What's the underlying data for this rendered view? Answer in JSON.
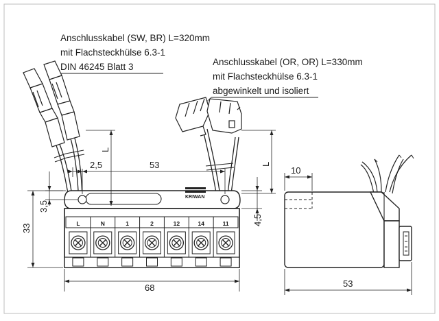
{
  "callouts": {
    "sw_br_line1": "Anschlusskabel (SW, BR) L=320mm",
    "sw_br_line2": "mit Flachsteckhülse 6.3-1",
    "sw_br_line3": "DIN 46245 Blatt 3",
    "or_line1": "Anschlusskabel (OR, OR) L=330mm",
    "or_line2": "mit Flachsteckhülse 6.3-1",
    "or_line3": "abgewinkelt und isoliert"
  },
  "dimensions": {
    "pitch": "2,5",
    "hole_spacing": "53",
    "lead_left": "L",
    "lead_right": "L",
    "hole_offset": "3,5",
    "body_height": "33",
    "hole_offset_right": "4,5",
    "total_width": "68",
    "side_offset": "10",
    "side_depth": "53"
  },
  "brand": "KRIWAN",
  "terminals": [
    "L",
    "N",
    "1",
    "2",
    "12",
    "14",
    "11"
  ]
}
